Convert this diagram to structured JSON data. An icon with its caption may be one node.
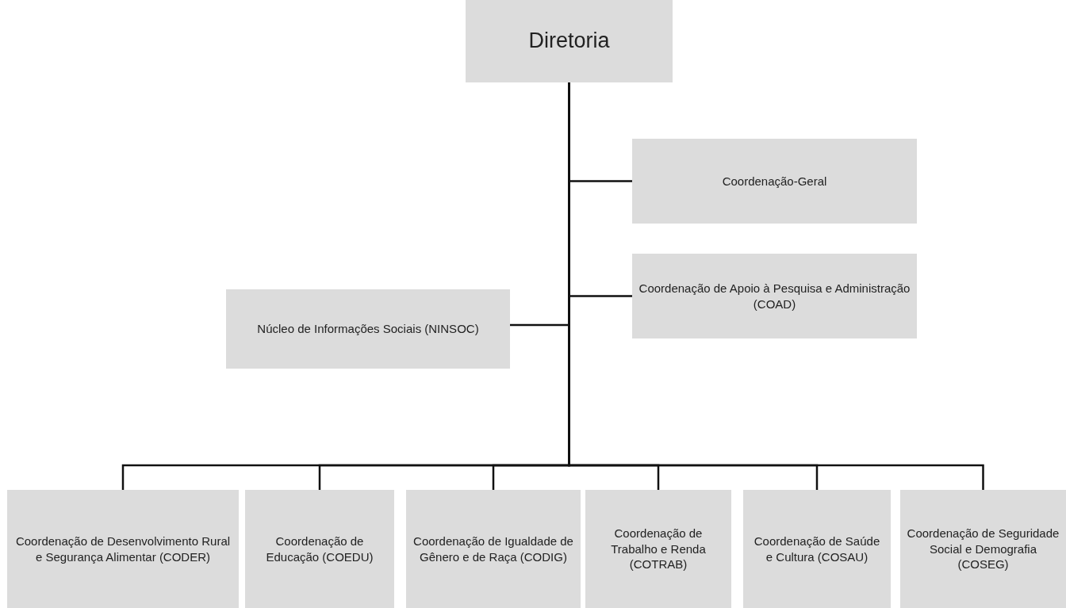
{
  "diagram": {
    "nodes": [
      {
        "text": [
          "Diretoria"
        ]
      },
      {
        "text": [
          "Coordenação-Geral"
        ]
      },
      {
        "text": [
          "Coordenação de Apoio à Pesquisa e Administração (COAD)"
        ]
      },
      {
        "text": [
          "Núcleo de Informações Sociais (NINSOC)"
        ]
      },
      {
        "text": [
          "Coordenação de Desenvolvimento Rural e Segurança Alimentar (CODER)"
        ]
      },
      {
        "text": [
          "Coordenação de Educação (COEDU)"
        ]
      },
      {
        "text": [
          "Coordenação de Igualdade de Gênero e de Raça (CODIG)"
        ]
      },
      {
        "text": [
          "Coordenação de Trabalho e Renda (COTRAB)"
        ]
      },
      {
        "text": [
          "Coordenação de Saúde e Cultura (COSAU)"
        ]
      },
      {
        "text": [
          "Coordenação de Seguridade Social e Demografia (COSEG)"
        ]
      }
    ],
    "edges": [
      {
        "from": 0,
        "to": 1,
        "arrow": "none"
      },
      {
        "from": 0,
        "to": 2,
        "arrow": "none"
      },
      {
        "from": 0,
        "to": 3,
        "arrow": "none"
      },
      {
        "from": 0,
        "to": 4,
        "arrow": "none"
      },
      {
        "from": 0,
        "to": 5,
        "arrow": "none"
      },
      {
        "from": 0,
        "to": 6,
        "arrow": "none"
      },
      {
        "from": 0,
        "to": 7,
        "arrow": "none"
      },
      {
        "from": 0,
        "to": 8,
        "arrow": "none"
      },
      {
        "from": 0,
        "to": 9,
        "arrow": "none"
      }
    ]
  }
}
